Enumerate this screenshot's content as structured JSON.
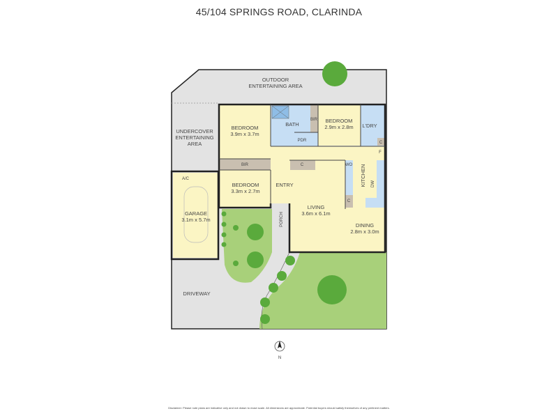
{
  "title": "45/104 SPRINGS ROAD, CLARINDA",
  "disclaimer": "Disclaimer: Please note plans are indicative only and not drawn to exact scale. All dimensions are approximate. Potential buyers should satisfy themselves of any pertinent matters.",
  "colors": {
    "room": "#fbf5c4",
    "wet": "#c6def4",
    "garden": "#a8d07a",
    "tree": "#5aaa3c",
    "paving": "#e3e3e3",
    "storage": "#c9bfb0",
    "wall": "#222222"
  },
  "areas": {
    "outdoor_line1": "OUTDOOR",
    "outdoor_line2": "ENTERTAINING AREA",
    "undercover_line1": "UNDERCOVER",
    "undercover_line2": "ENTERTAINING",
    "undercover_line3": "AREA",
    "driveway": "DRIVEWAY",
    "porch": "PORCH"
  },
  "rooms": {
    "bedroom1": {
      "name": "BEDROOM",
      "size": "3.9m x 3.7m"
    },
    "bedroom2": {
      "name": "BEDROOM",
      "size": "2.9m x 2.8m"
    },
    "bedroom3": {
      "name": "BEDROOM",
      "size": "3.3m x 2.7m"
    },
    "bath": "BATH",
    "bir": "BIR",
    "bir2": "BIR",
    "pdr": "PDR",
    "laundry": "L'DRY",
    "entry": "ENTRY",
    "kitchen": "KITCHEN",
    "living": {
      "name": "LIVING",
      "size": "3.6m x 6.1m"
    },
    "dining": {
      "name": "DINING",
      "size": "2.8m x 3.0m"
    },
    "garage": {
      "name": "GARAGE",
      "size": "3.1m x 5.7m"
    }
  },
  "fixtures": {
    "c": "C",
    "f": "F",
    "wo": "WO",
    "dw": "DW",
    "ac": "A/C"
  },
  "compass": "N"
}
